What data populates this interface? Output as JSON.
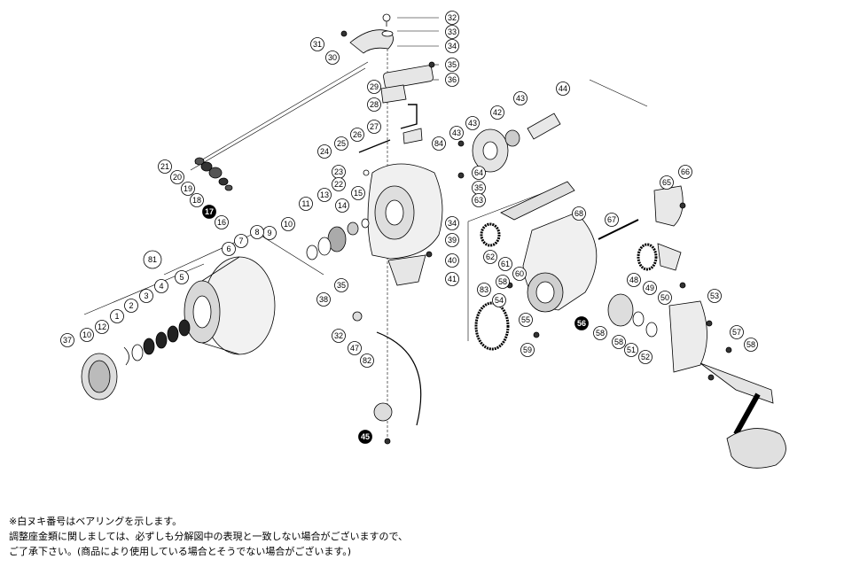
{
  "callouts": [
    {
      "label": "32",
      "fill": "white"
    },
    {
      "label": "33",
      "fill": "white"
    },
    {
      "label": "34",
      "fill": "white"
    },
    {
      "label": "31",
      "fill": "white"
    },
    {
      "label": "30",
      "fill": "white"
    },
    {
      "label": "35",
      "fill": "white"
    },
    {
      "label": "36",
      "fill": "white"
    },
    {
      "label": "29",
      "fill": "white"
    },
    {
      "label": "28",
      "fill": "white"
    },
    {
      "label": "27",
      "fill": "white"
    },
    {
      "label": "26",
      "fill": "white"
    },
    {
      "label": "25",
      "fill": "white"
    },
    {
      "label": "24",
      "fill": "white"
    },
    {
      "label": "23",
      "fill": "white"
    },
    {
      "label": "22",
      "fill": "white"
    },
    {
      "label": "21",
      "fill": "white"
    },
    {
      "label": "20",
      "fill": "white"
    },
    {
      "label": "19",
      "fill": "white"
    },
    {
      "label": "18",
      "fill": "white"
    },
    {
      "label": "17",
      "fill": "black"
    },
    {
      "label": "16",
      "fill": "white"
    },
    {
      "label": "15",
      "fill": "white"
    },
    {
      "label": "14",
      "fill": "white"
    },
    {
      "label": "13",
      "fill": "white"
    },
    {
      "label": "11",
      "fill": "white"
    },
    {
      "label": "10",
      "fill": "white"
    },
    {
      "label": "9",
      "fill": "white"
    },
    {
      "label": "8",
      "fill": "white"
    },
    {
      "label": "7",
      "fill": "white"
    },
    {
      "label": "6",
      "fill": "white"
    },
    {
      "label": "81",
      "fill": "white"
    },
    {
      "label": "5",
      "fill": "white"
    },
    {
      "label": "4",
      "fill": "white"
    },
    {
      "label": "3",
      "fill": "white"
    },
    {
      "label": "2",
      "fill": "white"
    },
    {
      "label": "1",
      "fill": "white"
    },
    {
      "label": "12",
      "fill": "white"
    },
    {
      "label": "10",
      "fill": "white"
    },
    {
      "label": "37",
      "fill": "white"
    },
    {
      "label": "35",
      "fill": "white"
    },
    {
      "label": "38",
      "fill": "white"
    },
    {
      "label": "34",
      "fill": "white"
    },
    {
      "label": "39",
      "fill": "white"
    },
    {
      "label": "40",
      "fill": "white"
    },
    {
      "label": "41",
      "fill": "white"
    },
    {
      "label": "32",
      "fill": "white"
    },
    {
      "label": "47",
      "fill": "white"
    },
    {
      "label": "82",
      "fill": "white"
    },
    {
      "label": "45",
      "fill": "black"
    },
    {
      "label": "44",
      "fill": "white"
    },
    {
      "label": "43",
      "fill": "white"
    },
    {
      "label": "42",
      "fill": "white"
    },
    {
      "label": "43",
      "fill": "white"
    },
    {
      "label": "43",
      "fill": "white"
    },
    {
      "label": "84",
      "fill": "white"
    },
    {
      "label": "64",
      "fill": "white"
    },
    {
      "label": "35",
      "fill": "white"
    },
    {
      "label": "63",
      "fill": "white"
    },
    {
      "label": "68",
      "fill": "white"
    },
    {
      "label": "67",
      "fill": "white"
    },
    {
      "label": "66",
      "fill": "white"
    },
    {
      "label": "65",
      "fill": "white"
    },
    {
      "label": "62",
      "fill": "white"
    },
    {
      "label": "61",
      "fill": "white"
    },
    {
      "label": "60",
      "fill": "white"
    },
    {
      "label": "58",
      "fill": "white"
    },
    {
      "label": "48",
      "fill": "white"
    },
    {
      "label": "49",
      "fill": "white"
    },
    {
      "label": "50",
      "fill": "white"
    },
    {
      "label": "53",
      "fill": "white"
    },
    {
      "label": "83",
      "fill": "white"
    },
    {
      "label": "54",
      "fill": "white"
    },
    {
      "label": "55",
      "fill": "white"
    },
    {
      "label": "56",
      "fill": "black"
    },
    {
      "label": "58",
      "fill": "white"
    },
    {
      "label": "58",
      "fill": "white"
    },
    {
      "label": "51",
      "fill": "white"
    },
    {
      "label": "52",
      "fill": "white"
    },
    {
      "label": "57",
      "fill": "white"
    },
    {
      "label": "58",
      "fill": "white"
    },
    {
      "label": "59",
      "fill": "white"
    }
  ],
  "notes": [
    "※白ヌキ番号はベアリングを示します。",
    "調整座金類に関しましては、必ずしも分解図中の表現と一致しない場合がございますので、",
    "ご了承下さい。(商品により使用している場合とそうでない場合がございます。)"
  ]
}
